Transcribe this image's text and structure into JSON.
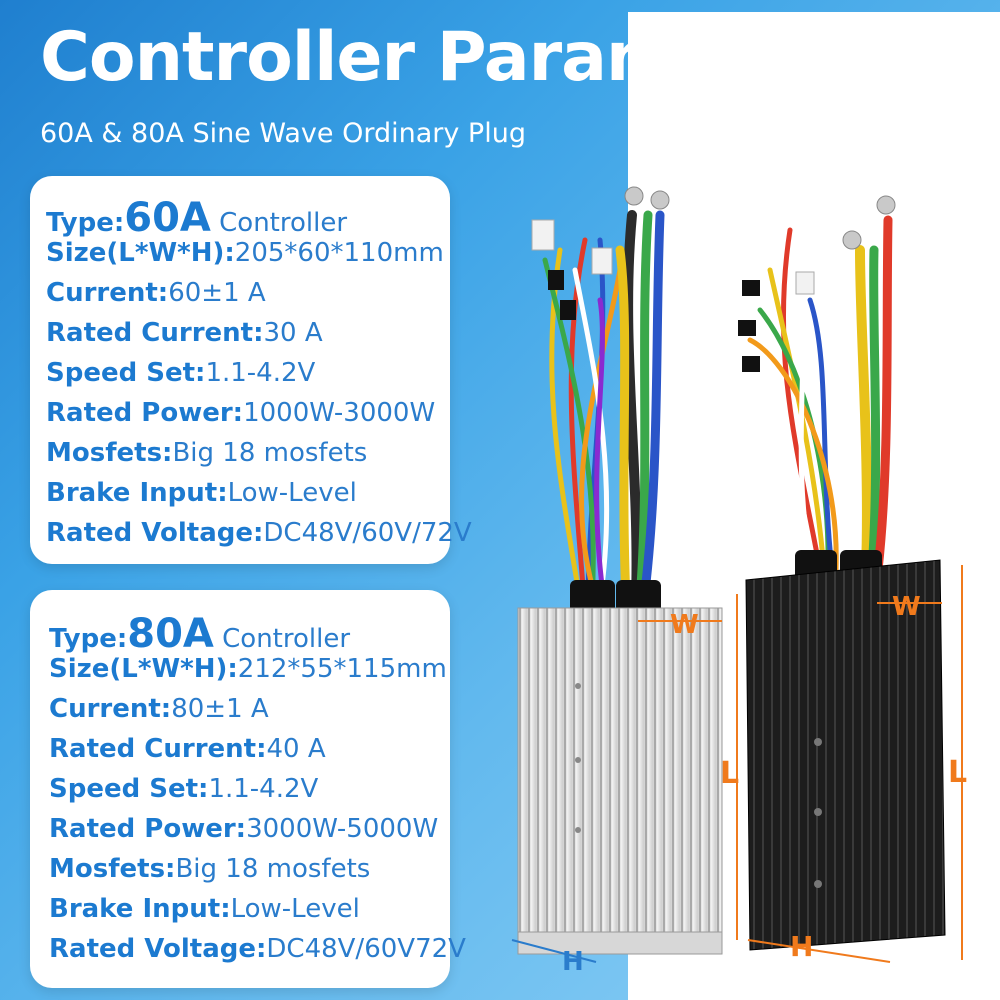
{
  "header": {
    "title": "Controller Parameter",
    "subtitle": "60A & 80A Sine Wave Ordinary Plug"
  },
  "specs": [
    {
      "type_key": "Type:",
      "type_value": "60A",
      "type_suffix": " Controller",
      "rows": [
        {
          "key": "Size(L*W*H):",
          "value": "205*60*110mm"
        },
        {
          "key": "Current:",
          "value": "60±1 A"
        },
        {
          "key": "Rated Current:",
          "value": "30 A"
        },
        {
          "key": "Speed Set:",
          "value": "1.1-4.2V"
        },
        {
          "key": "Rated Power:",
          "value": "1000W-3000W"
        },
        {
          "key": "Mosfets:",
          "value": "Big 18 mosfets"
        },
        {
          "key": "Brake Input:",
          "value": "Low-Level"
        },
        {
          "key": "Rated Voltage:",
          "value": "DC48V/60V/72V"
        }
      ]
    },
    {
      "type_key": "Type:",
      "type_value": "80A",
      "type_suffix": " Controller",
      "rows": [
        {
          "key": "Size(L*W*H):",
          "value": "212*55*115mm"
        },
        {
          "key": "Current:",
          "value": "80±1 A"
        },
        {
          "key": "Rated Current:",
          "value": "40 A"
        },
        {
          "key": "Speed Set:",
          "value": "1.1-4.2V"
        },
        {
          "key": "Rated Power:",
          "value": "3000W-5000W"
        },
        {
          "key": "Mosfets:",
          "value": "Big 18  mosfets"
        },
        {
          "key": "Brake Input:",
          "value": "Low-Level"
        },
        {
          "key": "Rated Voltage:",
          "value": "DC48V/60V72V"
        }
      ]
    }
  ],
  "dimensions": {
    "width_label": "W",
    "length_label": "L",
    "height_label": "H"
  },
  "colors": {
    "accent_blue": "#1c7ad0",
    "dimension_orange": "#f07a1c",
    "background_blue": "#3aa2e6"
  }
}
